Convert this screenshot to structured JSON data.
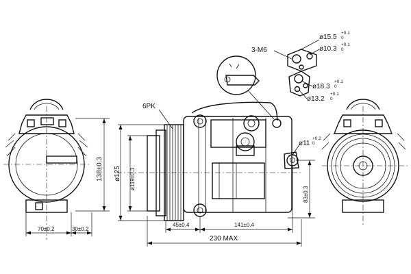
{
  "labels": {
    "belt": "6PK",
    "mount": "3-M6",
    "port_a_main": "ø15.5",
    "port_a_tol_up": "+0.1",
    "port_a_tol_dn": "0",
    "port_b_main": "ø10.3",
    "port_b_tol_up": "+0.1",
    "port_b_tol_dn": "0",
    "port_c_main": "ø18.3",
    "port_c_tol_up": "+0.1",
    "port_c_tol_dn": "0",
    "port_d_main": "ø13.2",
    "port_d_tol_up": "+0.1",
    "port_d_tol_dn": "0",
    "ear_main": "ø11",
    "ear_tol_up": "+0.2",
    "ear_tol_dn": "0"
  },
  "dimensions": {
    "height_left": "138±0.3",
    "dia_125": "ø125",
    "dia_119": "ø119±0.3",
    "height_83": "83±0.3",
    "width_70": "70±0.2",
    "width_30": "30±0.2",
    "len_45": "45±0.4",
    "len_141": "141±0.4",
    "len_230": "230 MAX"
  }
}
